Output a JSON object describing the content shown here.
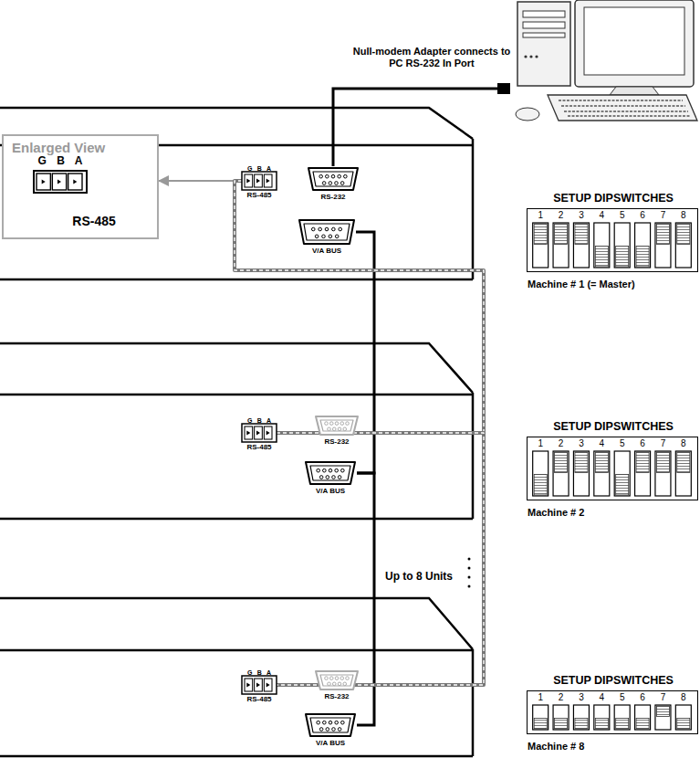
{
  "diagram": {
    "nodes": [
      {
        "text": [
          "Enlarged View",
          "G B A",
          "RS-485"
        ]
      },
      {
        "text": [
          "G B A",
          "RS-485"
        ]
      },
      {
        "text": [
          "RS-232"
        ]
      },
      {
        "text": [
          "V/A BUS"
        ]
      },
      {
        "text": [
          "G B A",
          "RS-485"
        ]
      },
      {
        "text": [
          "RS-232"
        ]
      },
      {
        "text": [
          "V/A BUS"
        ]
      },
      {
        "text": [
          "G B A",
          "RS-485"
        ]
      },
      {
        "text": [
          "RS-232"
        ]
      },
      {
        "text": [
          "V/A BUS"
        ]
      },
      {
        "text": [
          "SETUP DIPSWITCHES",
          "1",
          "2",
          "3",
          "4",
          "5",
          "6",
          "7",
          "8",
          "Machine # 1 (= Master)"
        ]
      },
      {
        "text": [
          "SETUP DIPSWITCHES",
          "1",
          "2",
          "3",
          "4",
          "5",
          "6",
          "7",
          "8",
          "Machine # 2"
        ]
      },
      {
        "text": [
          "SETUP DIPSWITCHES",
          "1",
          "2",
          "3",
          "4",
          "5",
          "6",
          "7",
          "8",
          "Machine # 8"
        ]
      }
    ],
    "edges": [
      {
        "from": 1,
        "to": 0,
        "arrow": "to"
      },
      {
        "from": 3,
        "to": 6,
        "arrow": "none"
      },
      {
        "from": 6,
        "to": 9,
        "arrow": "none"
      },
      {
        "from": 1,
        "to": 4,
        "arrow": "none"
      },
      {
        "from": 4,
        "to": 7,
        "arrow": "none"
      }
    ],
    "labels": [
      "Null-modem Adapter connects to PC RS-232 In Port",
      "Up to 8 Units"
    ]
  }
}
